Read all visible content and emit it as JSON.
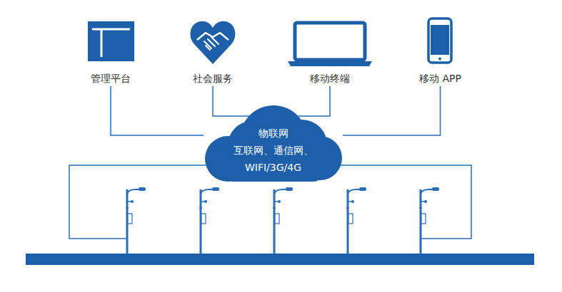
{
  "diagram": {
    "nodes": [
      {
        "text": [
          "管理平台"
        ]
      },
      {
        "text": [
          "社会服务"
        ]
      },
      {
        "text": [
          "移动终端"
        ]
      },
      {
        "text": [
          "移动 APP"
        ]
      },
      {
        "text": [
          "物联网",
          "互联网、通信网、",
          "WIFI/3G/4G"
        ]
      }
    ],
    "edges": [
      {
        "from": 0,
        "to": 4,
        "arrow": "none"
      },
      {
        "from": 1,
        "to": 4,
        "arrow": "none"
      },
      {
        "from": 2,
        "to": 4,
        "arrow": "none"
      },
      {
        "from": 3,
        "to": 4,
        "arrow": "none"
      }
    ]
  }
}
